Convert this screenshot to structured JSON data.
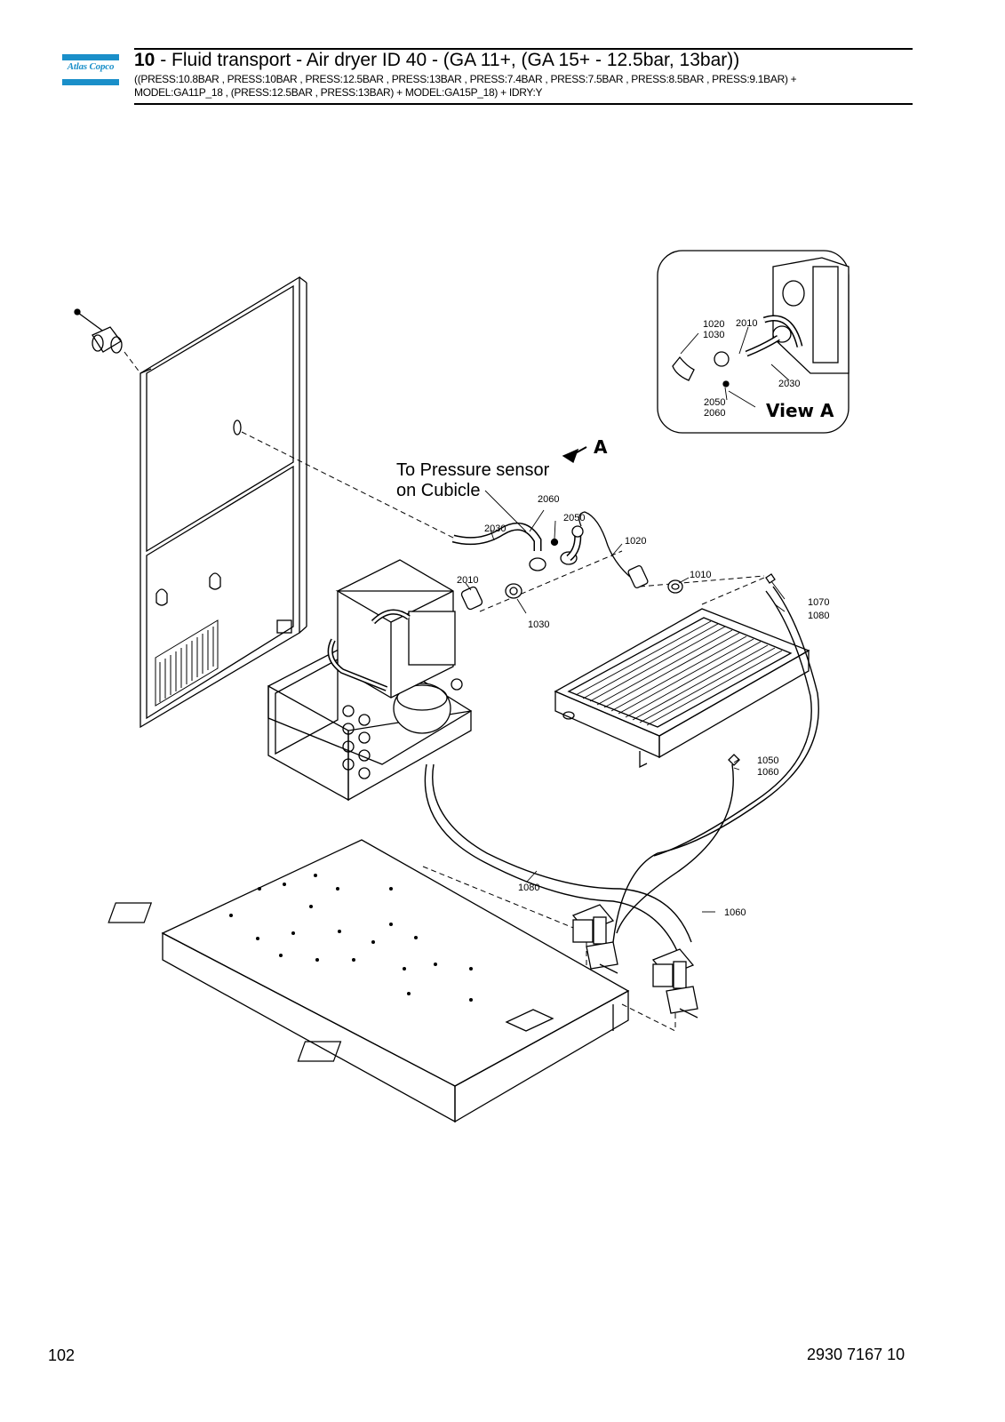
{
  "header": {
    "logo_text": "Atlas Copco",
    "title_number": "10",
    "title_rest": " - Fluid transport - Air dryer ID 40 - (GA 11+, (GA 15+ - 12.5bar, 13bar))",
    "subtitle_line1": "((PRESS:10.8BAR , PRESS:10BAR , PRESS:12.5BAR , PRESS:13BAR , PRESS:7.4BAR , PRESS:7.5BAR , PRESS:8.5BAR , PRESS:9.1BAR) +",
    "subtitle_line2": "MODEL:GA11P_18 , (PRESS:12.5BAR , PRESS:13BAR) + MODEL:GA15P_18) + IDRY:Y"
  },
  "drawing": {
    "callouts": [
      "1010",
      "1020",
      "1030",
      "1050",
      "1060",
      "1070",
      "1080",
      "2010",
      "2030",
      "2050",
      "2060"
    ],
    "inset_callouts": [
      "1020",
      "1030",
      "2010",
      "2030",
      "2050",
      "2060"
    ],
    "inset_title": "View A",
    "view_marker": "A",
    "note_line1": "To Pressure sensor",
    "note_line2": "on Cubicle"
  },
  "footer": {
    "page_number": "102",
    "document_number": "2930 7167 10"
  }
}
